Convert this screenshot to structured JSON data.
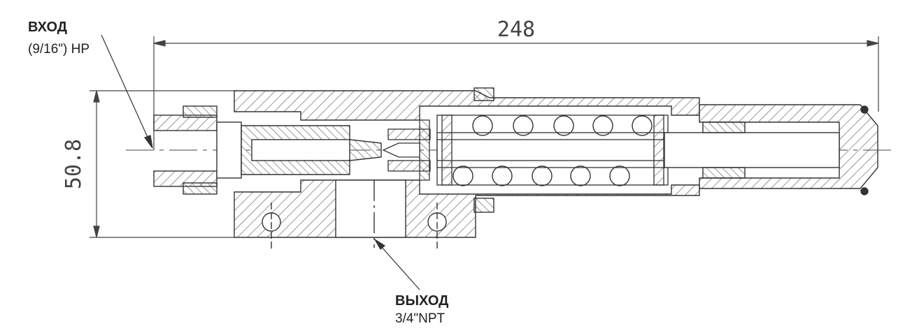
{
  "inlet": {
    "title": "ВХОД",
    "spec": "(9/16\") HP"
  },
  "outlet": {
    "title": "ВЫХОД",
    "spec": "3/4\"NPT"
  },
  "dimensions": {
    "length": "248",
    "diameter": "50.8"
  },
  "colors": {
    "line": "#333333",
    "hatch": "#555555",
    "paper": "#ffffff"
  }
}
